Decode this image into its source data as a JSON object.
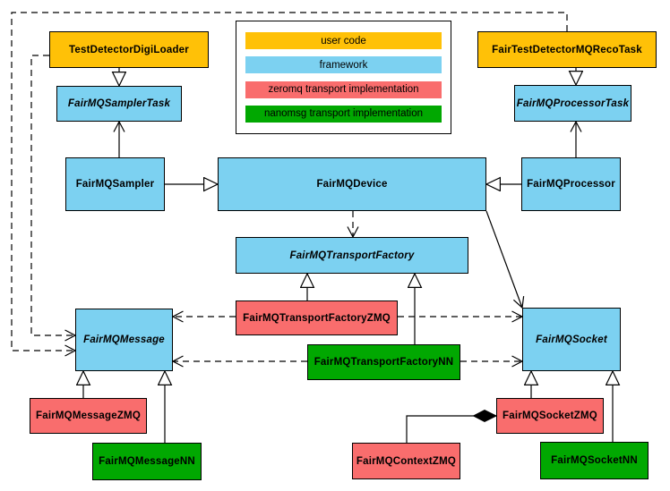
{
  "legend": {
    "items": [
      {
        "label": "user code",
        "color": "#FFC107"
      },
      {
        "label": "framework",
        "color": "#7CD1F1"
      },
      {
        "label": "zeromq transport implementation",
        "color": "#F96D6D"
      },
      {
        "label": "nanomsg transport implementation",
        "color": "#01A801"
      }
    ]
  },
  "nodes": {
    "test_detector_digi_loader": {
      "label": "TestDetectorDigiLoader",
      "color": "#FFC107",
      "category": "user code"
    },
    "fair_test_detector_mq_reco_task": {
      "label": "FairTestDetectorMQRecoTask",
      "color": "#FFC107",
      "category": "user code"
    },
    "fairmq_sampler_task": {
      "label": "FairMQSamplerTask",
      "color": "#7CD1F1",
      "category": "framework",
      "abstract": true
    },
    "fairmq_processor_task": {
      "label": "FairMQProcessorTask",
      "color": "#7CD1F1",
      "category": "framework",
      "abstract": true
    },
    "fairmq_sampler": {
      "label": "FairMQSampler",
      "color": "#7CD1F1",
      "category": "framework"
    },
    "fairmq_device": {
      "label": "FairMQDevice",
      "color": "#7CD1F1",
      "category": "framework"
    },
    "fairmq_processor": {
      "label": "FairMQProcessor",
      "color": "#7CD1F1",
      "category": "framework"
    },
    "fairmq_transport_factory": {
      "label": "FairMQTransportFactory",
      "color": "#7CD1F1",
      "category": "framework",
      "abstract": true
    },
    "fairmq_message": {
      "label": "FairMQMessage",
      "color": "#7CD1F1",
      "category": "framework",
      "abstract": true
    },
    "fairmq_socket": {
      "label": "FairMQSocket",
      "color": "#7CD1F1",
      "category": "framework",
      "abstract": true
    },
    "fairmq_transport_factory_zmq": {
      "label": "FairMQTransportFactoryZMQ",
      "color": "#F96D6D",
      "category": "zeromq transport implementation"
    },
    "fairmq_message_zmq": {
      "label": "FairMQMessageZMQ",
      "color": "#F96D6D",
      "category": "zeromq transport implementation"
    },
    "fairmq_socket_zmq": {
      "label": "FairMQSocketZMQ",
      "color": "#F96D6D",
      "category": "zeromq transport implementation"
    },
    "fairmq_context_zmq": {
      "label": "FairMQContextZMQ",
      "color": "#F96D6D",
      "category": "zeromq transport implementation"
    },
    "fairmq_transport_factory_nn": {
      "label": "FairMQTransportFactoryNN",
      "color": "#01A801",
      "category": "nanomsg transport implementation"
    },
    "fairmq_message_nn": {
      "label": "FairMQMessageNN",
      "color": "#01A801",
      "category": "nanomsg transport implementation"
    },
    "fairmq_socket_nn": {
      "label": "FairMQSocketNN",
      "color": "#01A801",
      "category": "nanomsg transport implementation"
    }
  },
  "edges": [
    {
      "from": "test_detector_digi_loader",
      "to": "fairmq_sampler_task",
      "type": "inheritance"
    },
    {
      "from": "fair_test_detector_mq_reco_task",
      "to": "fairmq_processor_task",
      "type": "inheritance"
    },
    {
      "from": "fairmq_sampler",
      "to": "fairmq_device",
      "type": "inheritance"
    },
    {
      "from": "fairmq_processor",
      "to": "fairmq_device",
      "type": "inheritance"
    },
    {
      "from": "fairmq_sampler",
      "to": "fairmq_sampler_task",
      "type": "association"
    },
    {
      "from": "fairmq_processor",
      "to": "fairmq_processor_task",
      "type": "association"
    },
    {
      "from": "fairmq_device",
      "to": "fairmq_socket",
      "type": "association"
    },
    {
      "from": "fairmq_device",
      "to": "fairmq_transport_factory",
      "type": "dependency"
    },
    {
      "from": "fairmq_transport_factory_zmq",
      "to": "fairmq_transport_factory",
      "type": "inheritance"
    },
    {
      "from": "fairmq_transport_factory_nn",
      "to": "fairmq_transport_factory",
      "type": "inheritance"
    },
    {
      "from": "fairmq_transport_factory_zmq",
      "to": "fairmq_message",
      "type": "dependency"
    },
    {
      "from": "fairmq_transport_factory_zmq",
      "to": "fairmq_socket",
      "type": "dependency"
    },
    {
      "from": "fairmq_transport_factory_nn",
      "to": "fairmq_message",
      "type": "dependency"
    },
    {
      "from": "fairmq_transport_factory_nn",
      "to": "fairmq_socket",
      "type": "dependency"
    },
    {
      "from": "test_detector_digi_loader",
      "to": "fairmq_message",
      "type": "dependency"
    },
    {
      "from": "fair_test_detector_mq_reco_task",
      "to": "fairmq_message",
      "type": "dependency"
    },
    {
      "from": "fairmq_message_zmq",
      "to": "fairmq_message",
      "type": "inheritance"
    },
    {
      "from": "fairmq_message_nn",
      "to": "fairmq_message",
      "type": "inheritance"
    },
    {
      "from": "fairmq_socket_zmq",
      "to": "fairmq_socket",
      "type": "inheritance"
    },
    {
      "from": "fairmq_socket_nn",
      "to": "fairmq_socket",
      "type": "inheritance"
    },
    {
      "from": "fairmq_socket_zmq",
      "to": "fairmq_context_zmq",
      "type": "composition"
    }
  ],
  "colors": {
    "border": "#000000",
    "connector": "#000000",
    "background": "#FFFFFF"
  }
}
